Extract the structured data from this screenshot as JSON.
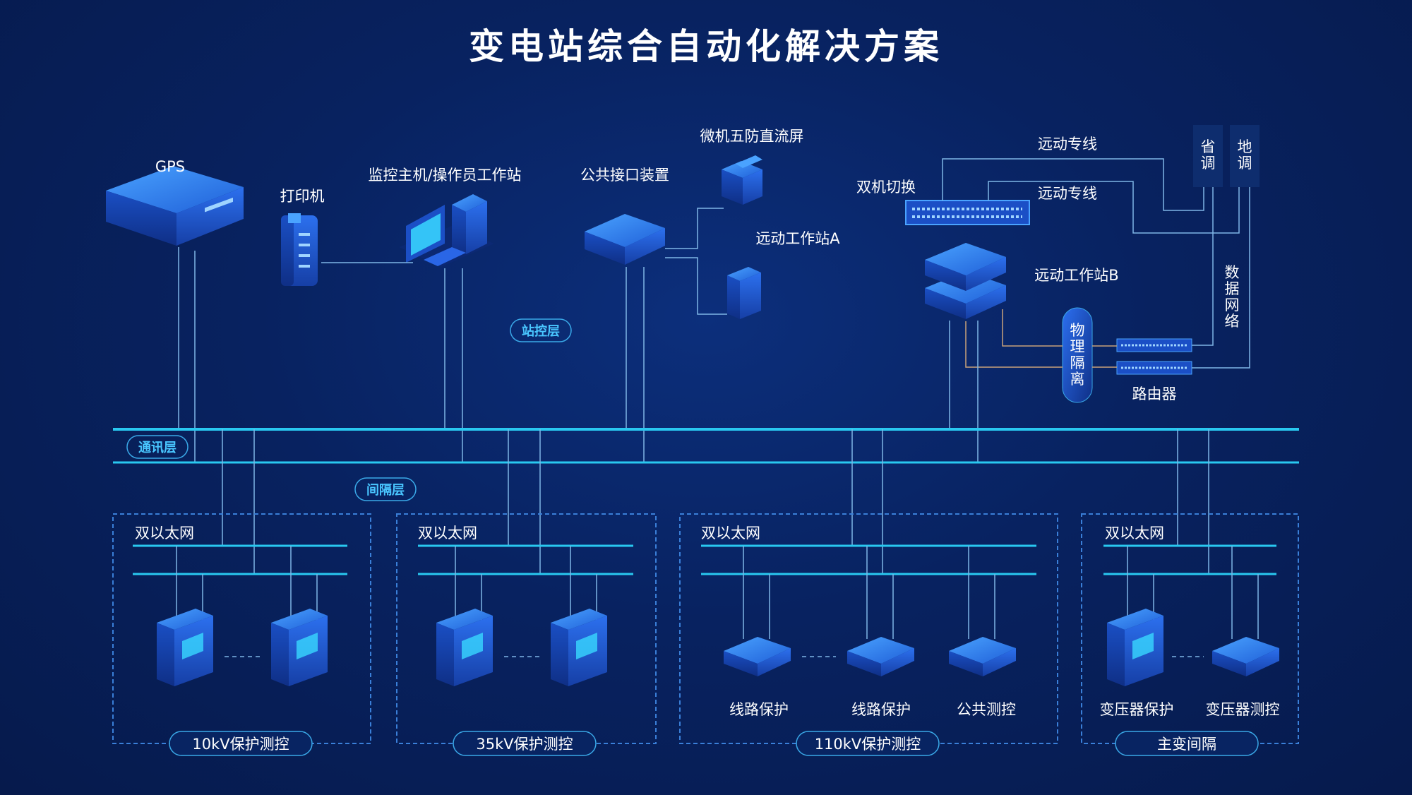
{
  "title": "变电站综合自动化解决方案",
  "station_layer": {
    "gps": "GPS",
    "printer": "打印机",
    "monitor_host": "监控主机/操作员工作站",
    "public_interface": "公共接口装置",
    "dc_screen": "微机五防直流屏",
    "remote_ws_a": "远动工作站A",
    "dual_switch": "双机切换",
    "remote_line_1": "远动专线",
    "remote_line_2": "远动专线",
    "remote_ws_b": "远动工作站B",
    "physical_isolation": "物理隔离",
    "router": "路由器",
    "provincial_dispatch": "省调",
    "local_dispatch": "地调",
    "data_network": "数据网络"
  },
  "layers": {
    "station": "站控层",
    "comm": "通讯层",
    "bay": "间隔层"
  },
  "bays": [
    {
      "net_label": "双以太网",
      "bottom": "10kV保护测控",
      "devices": []
    },
    {
      "net_label": "双以太网",
      "bottom": "35kV保护测控",
      "devices": []
    },
    {
      "net_label": "双以太网",
      "bottom": "110kV保护测控",
      "devices": [
        "线路保护",
        "线路保护",
        "公共测控"
      ]
    },
    {
      "net_label": "双以太网",
      "bottom": "主变间隔",
      "devices": [
        "变压器保护",
        "变压器测控"
      ]
    }
  ],
  "colors": {
    "bus": "#29c8f0",
    "line": "#7fb6e6",
    "orange_line": "#c9a27a",
    "device": "#1f6ae6",
    "tag_border": "#3aa9e8"
  }
}
